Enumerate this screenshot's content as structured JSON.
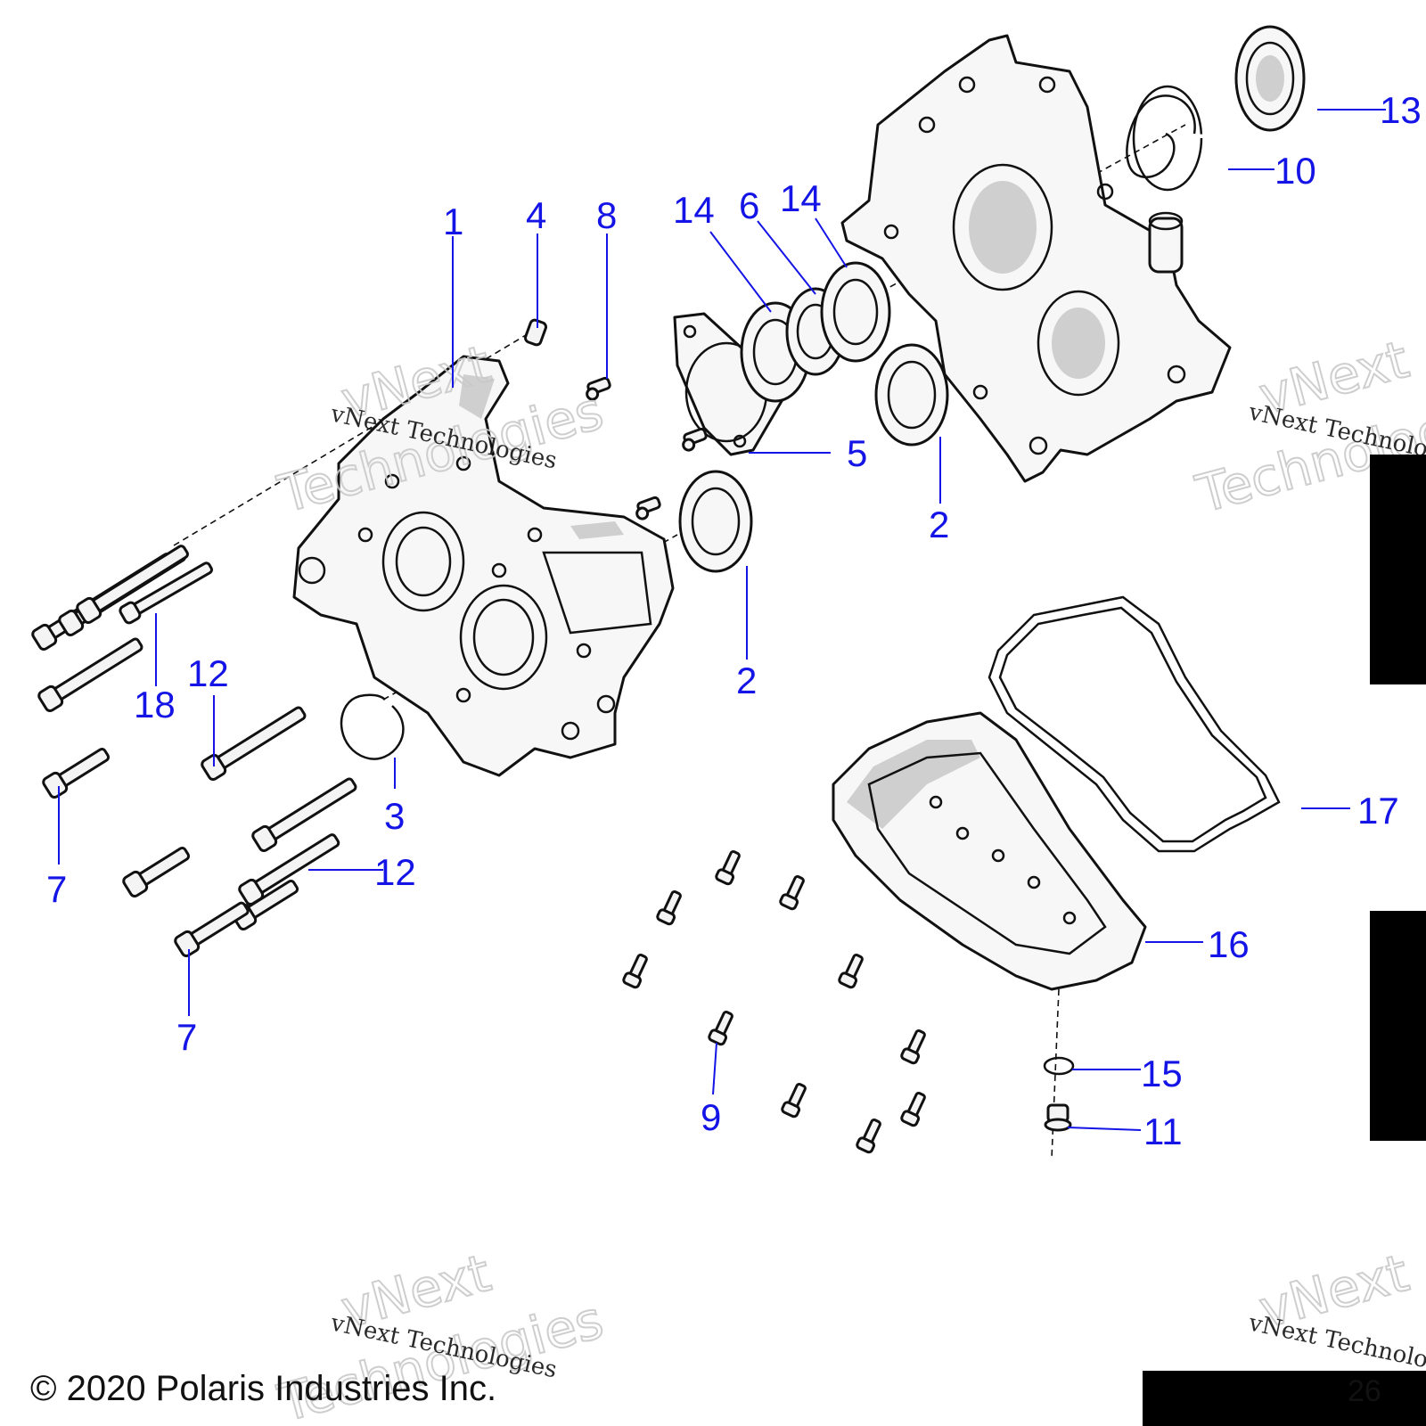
{
  "callouts": [
    {
      "id": "c1",
      "label": "1"
    },
    {
      "id": "c2a",
      "label": "2"
    },
    {
      "id": "c2b",
      "label": "2"
    },
    {
      "id": "c3",
      "label": "3"
    },
    {
      "id": "c4",
      "label": "4"
    },
    {
      "id": "c5",
      "label": "5"
    },
    {
      "id": "c6",
      "label": "6"
    },
    {
      "id": "c7a",
      "label": "7"
    },
    {
      "id": "c7b",
      "label": "7"
    },
    {
      "id": "c8",
      "label": "8"
    },
    {
      "id": "c9",
      "label": "9"
    },
    {
      "id": "c10",
      "label": "10"
    },
    {
      "id": "c11",
      "label": "11"
    },
    {
      "id": "c12a",
      "label": "12"
    },
    {
      "id": "c12b",
      "label": "12"
    },
    {
      "id": "c13",
      "label": "13"
    },
    {
      "id": "c14a",
      "label": "14"
    },
    {
      "id": "c14b",
      "label": "14"
    },
    {
      "id": "c15",
      "label": "15"
    },
    {
      "id": "c16",
      "label": "16"
    },
    {
      "id": "c17",
      "label": "17"
    },
    {
      "id": "c18",
      "label": "18"
    }
  ],
  "watermarks": {
    "serif_text": "vNext Technologies",
    "outline_line1": "vNext",
    "outline_line2": "Technologies"
  },
  "footer": {
    "copyright": "© 2020 Polaris Industries Inc.",
    "page_number": "26"
  },
  "colors": {
    "callout": "#1414e6",
    "line_art": "#111111",
    "redaction": "#000000"
  }
}
